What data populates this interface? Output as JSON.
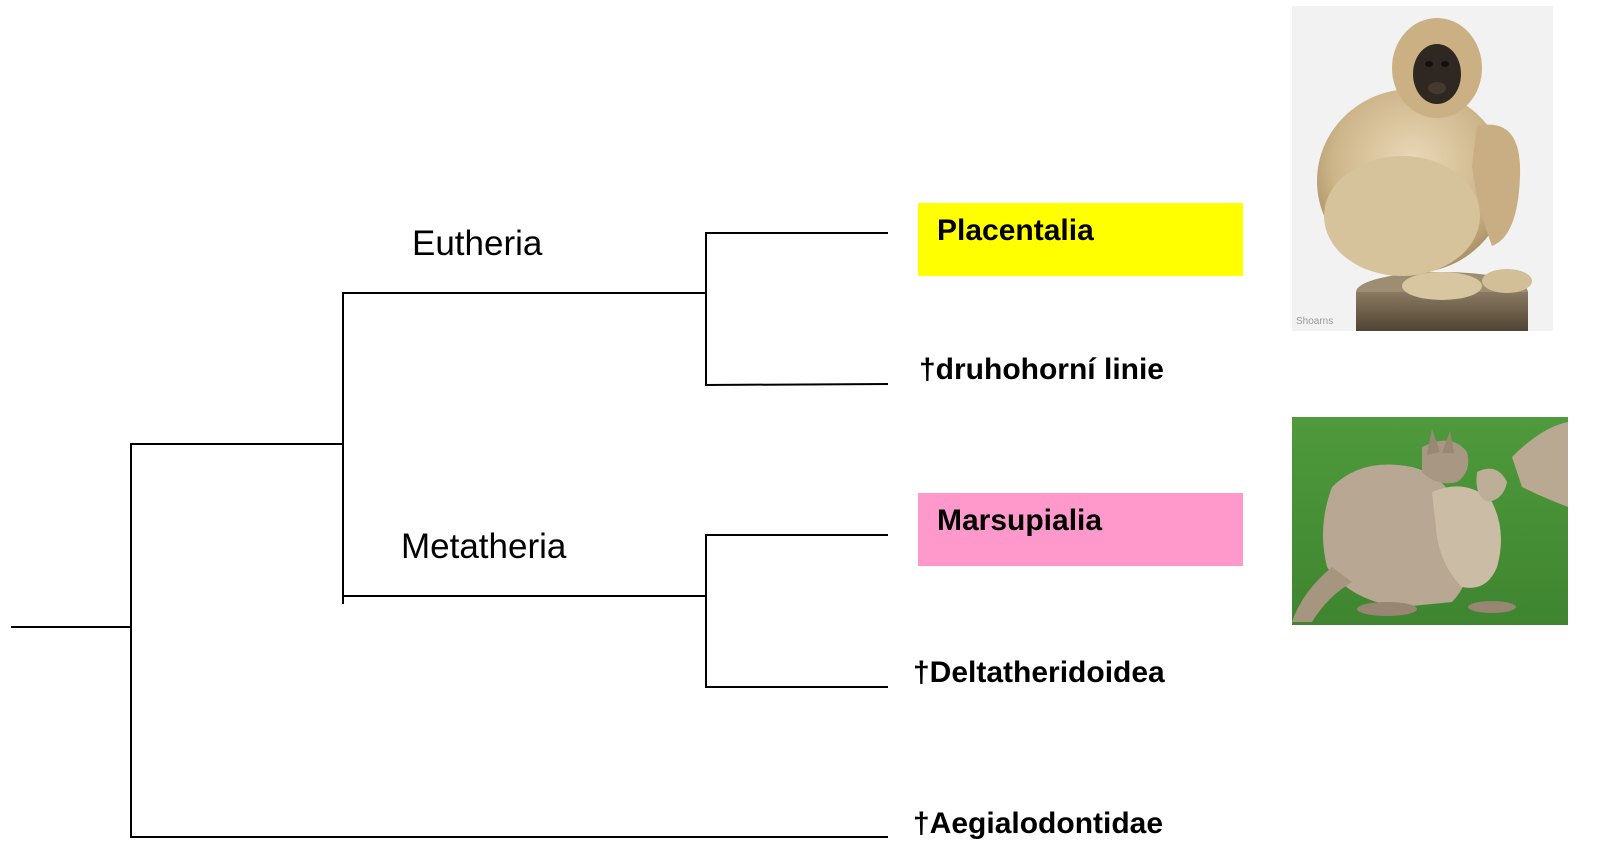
{
  "clades": {
    "eutheria": "Eutheria",
    "metatheria": "Metatheria"
  },
  "taxa": {
    "placentalia": "Placentalia",
    "druhohorni": "†druhohorní linie",
    "marsupialia": "Marsupialia",
    "deltatheridoidea": "†Deltatheridoidea",
    "aegialodontidae": "†Aegialodontidae"
  },
  "photos": {
    "gibbon": {
      "subject": "gibbon-photo",
      "credit": "Shoarns"
    },
    "kangaroo": {
      "subject": "kangaroo-photo"
    }
  },
  "colors": {
    "placentalia_highlight": "#ffff00",
    "marsupialia_highlight": "#ff99cc",
    "branch": "#000000"
  }
}
